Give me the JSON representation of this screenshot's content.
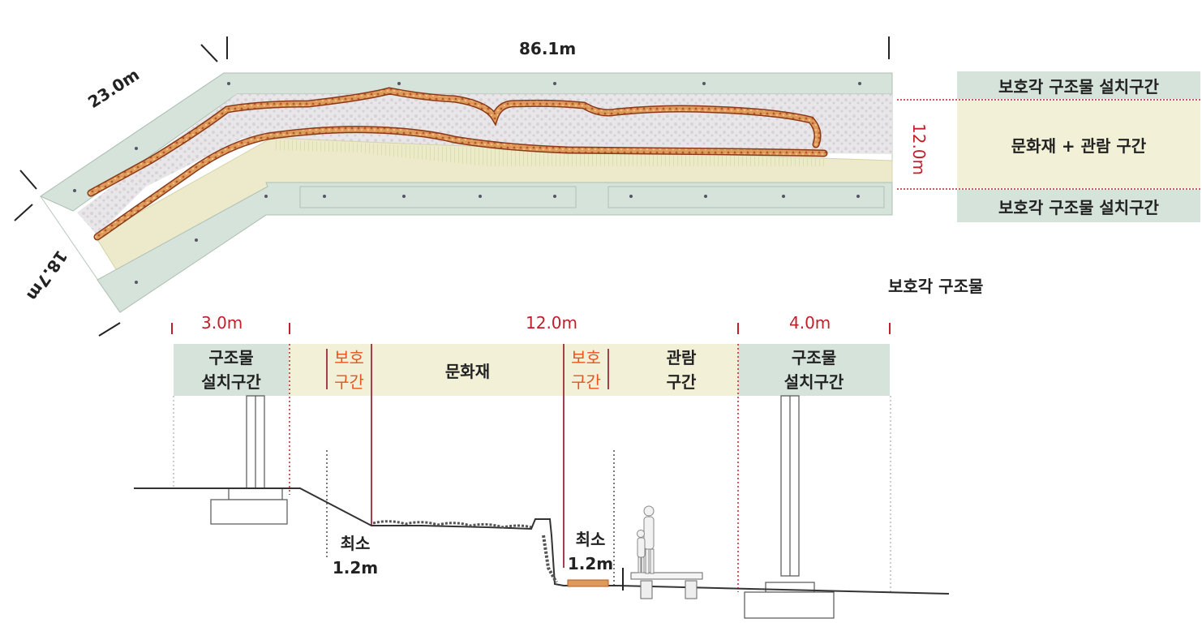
{
  "plan": {
    "dim_top": "86.1m",
    "dim_diag": "23.0m",
    "dim_side": "18.7m",
    "dim_height": "12.0m"
  },
  "legend": {
    "top": "보호각 구조물 설치구간",
    "middle": "문화재 + 관람 구간",
    "bottom": "보호각 구조물 설치구간"
  },
  "section": {
    "title": "보호각 구조물",
    "dim_left": "3.0m",
    "dim_mid": "12.0m",
    "dim_right": "4.0m",
    "zone_left": [
      "구조물",
      "설치구간"
    ],
    "zone_protect1": [
      "보호",
      "구간"
    ],
    "zone_heritage": "문화재",
    "zone_protect2": [
      "보호",
      "구간"
    ],
    "zone_view": [
      "관람",
      "구간"
    ],
    "zone_right": [
      "구조물",
      "설치구간"
    ],
    "min_left": [
      "최소",
      "1.2m"
    ],
    "min_right": [
      "최소",
      "1.2m"
    ]
  },
  "colors": {
    "structure_zone": "#d5e3da",
    "heritage_zone": "#f2f1d8",
    "protect_text": "#e8541e",
    "dim_red": "#c0202a",
    "wall_orange": "#d07a3a",
    "wall_dark": "#8a3a1a"
  }
}
